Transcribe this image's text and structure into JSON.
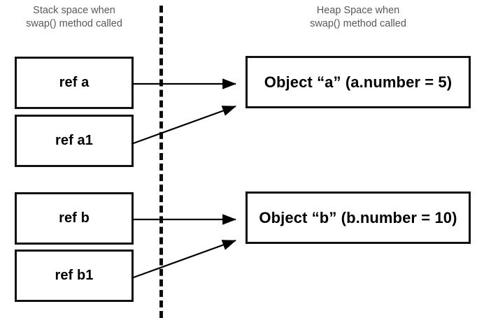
{
  "diagram": {
    "title_left": "Stack space when\nswap() method called",
    "title_right": "Heap Space when\nswap() method called",
    "divider_style": "dashed-vertical",
    "colors": {
      "header_text": "#595959",
      "box_border": "#111111",
      "box_fill": "#ffffff",
      "arrow": "#000000",
      "divider": "#0d0d0d",
      "background": "#ffffff"
    }
  },
  "stack": {
    "boxes": [
      {
        "label": "ref a"
      },
      {
        "label": "ref a1"
      },
      {
        "label": "ref b"
      },
      {
        "label": "ref b1"
      }
    ]
  },
  "heap": {
    "boxes": [
      {
        "label": "Object “a” (a.number = 5)"
      },
      {
        "label": "Object “b” (b.number = 10)"
      }
    ]
  },
  "arrows": [
    {
      "name": "ref-a-to-object-a",
      "from": "ref a",
      "to": "Object “a” (a.number = 5)",
      "shape": "straight"
    },
    {
      "name": "ref-a1-to-object-a",
      "from": "ref a1",
      "to": "Object “a” (a.number = 5)",
      "shape": "diagonal"
    },
    {
      "name": "ref-b-to-object-b",
      "from": "ref b",
      "to": "Object “b” (b.number = 10)",
      "shape": "straight"
    },
    {
      "name": "ref-b1-to-object-b",
      "from": "ref b1",
      "to": "Object “b” (b.number = 10)",
      "shape": "diagonal"
    }
  ]
}
